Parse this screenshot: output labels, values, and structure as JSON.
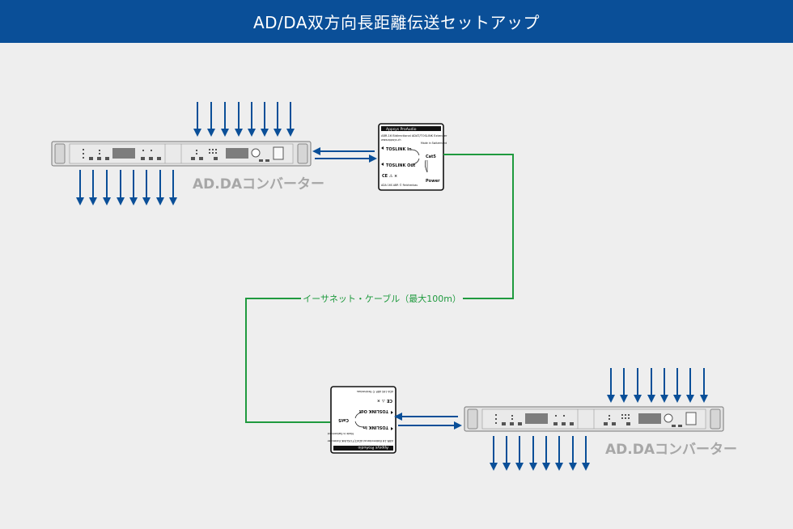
{
  "title": "AD/DA双方向長距離伝送セットアップ",
  "converter_label": "AD.DAコンバーター",
  "cable_label": "イーサネット・ケーブル（最大100m）",
  "extender": {
    "brand": "Appsys ProAudio",
    "model_line": "ABR-16  Bidirectional ADAT/TOSLINK Extender",
    "url": "www.appsys.ch",
    "made_in": "Made in Switzerland",
    "toslink_in": "TOSLINK In",
    "toslink_out": "TOSLINK Out",
    "cat5": "Cat5",
    "power": "Power",
    "footer": "ADA 16S    ABR    © Reichenbau"
  },
  "colors": {
    "header": "#0a4f98",
    "arrows": "#0a4f98",
    "cable": "#1f9a3e",
    "label": "#a7a7a7"
  }
}
